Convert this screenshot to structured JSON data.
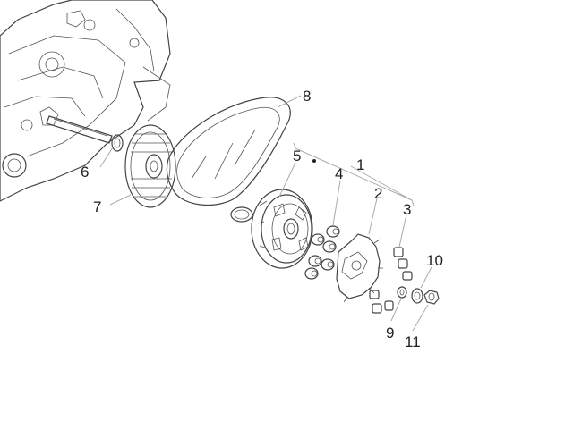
{
  "diagram": {
    "callouts": {
      "c1": "1",
      "c2": "2",
      "c3": "3",
      "c4": "4",
      "c5": "5",
      "c6": "6",
      "c7": "7",
      "c8": "8",
      "c9": "9",
      "c10": "10",
      "c11": "11"
    },
    "colors": {
      "line": "#444444",
      "leader": "#aaaaaa",
      "label": "#222222",
      "fill_light": "#e6e6e6",
      "fill_dark": "#9a9a9a"
    }
  }
}
